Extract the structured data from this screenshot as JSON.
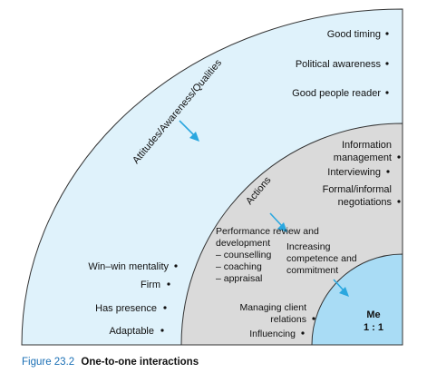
{
  "caption": {
    "figure_number": "Figure 23.2",
    "title": "One-to-one interactions"
  },
  "colors": {
    "outer_fill": "#dff2fb",
    "middle_fill": "#dadada",
    "inner_fill": "#a9dcf5",
    "ring_stroke": "#333333",
    "arrow": "#2aa7df",
    "caption_accent": "#1a6fb5"
  },
  "outer_ring": {
    "label": "Attitudes/Awareness/Qualities",
    "top_items": [
      "Good timing",
      "Political awareness",
      "Good people reader"
    ],
    "left_items": [
      "Win–win mentality",
      "Firm",
      "Has presence",
      "Adaptable"
    ]
  },
  "middle_ring": {
    "label": "Actions",
    "right_items": [
      [
        "Information",
        "management"
      ],
      [
        "Interviewing"
      ],
      [
        "Formal/informal",
        "negotiations"
      ]
    ],
    "performance_review": [
      "Performance review and",
      "development",
      "– counselling",
      "– coaching",
      "– appraisal"
    ],
    "competence": [
      "Increasing",
      "competence and",
      "commitment"
    ],
    "bottom_items": [
      [
        "Managing client",
        "relations"
      ],
      [
        "Influencing"
      ]
    ]
  },
  "inner_circle": {
    "lines": [
      "Me",
      "1 : 1"
    ]
  }
}
